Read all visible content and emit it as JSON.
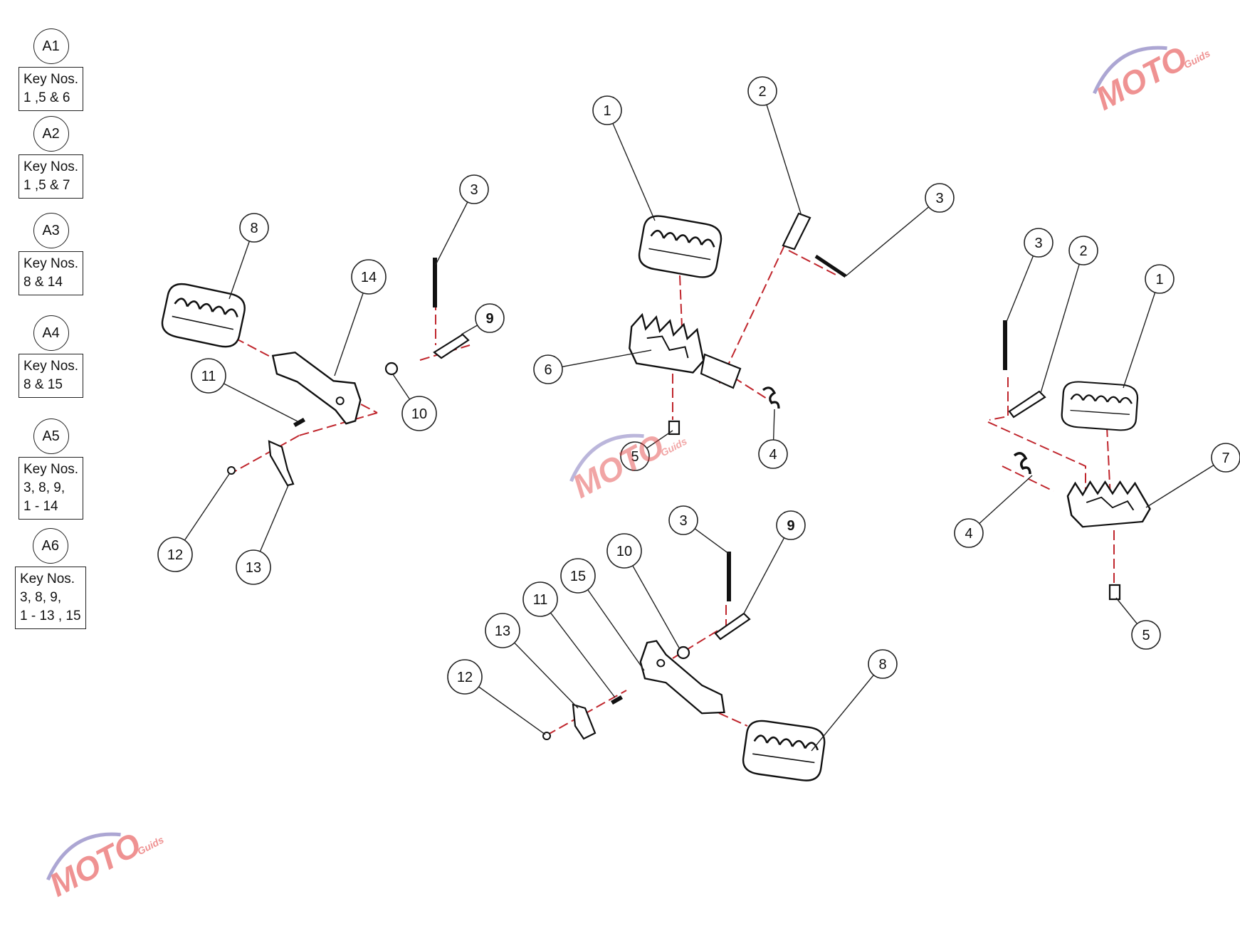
{
  "assemblies": [
    {
      "tag": "A1",
      "key_label": "Key Nos.",
      "key_parts": "1 ,5 & 6"
    },
    {
      "tag": "A2",
      "key_label": "Key Nos.",
      "key_parts": "1 ,5 & 7"
    },
    {
      "tag": "A3",
      "key_label": "Key Nos.",
      "key_parts": "8 & 14"
    },
    {
      "tag": "A4",
      "key_label": "Key Nos.",
      "key_parts": "8 & 15"
    },
    {
      "tag": "A5",
      "key_label": "Key Nos.",
      "key_parts": "3, 8, 9,\n1 - 14"
    },
    {
      "tag": "A6",
      "key_label": "Key Nos.",
      "key_parts": "3, 8, 9,\n1 - 13 , 15"
    }
  ],
  "callouts": {
    "left_assembly": [
      "3",
      "8",
      "14",
      "9",
      "11",
      "10",
      "12",
      "13"
    ],
    "top_center_assembly": [
      "1",
      "2",
      "3",
      "6",
      "5",
      "4"
    ],
    "right_assembly": [
      "3",
      "2",
      "1",
      "7",
      "4",
      "5"
    ],
    "bottom_center_assembly": [
      "3",
      "9",
      "10",
      "15",
      "11",
      "13",
      "12",
      "8"
    ]
  },
  "watermark": {
    "brand": "MOTO",
    "sub": "Guids"
  },
  "colors": {
    "leader": "#222222",
    "explode_line": "#c0262d",
    "part": "#111111",
    "watermark_red": "#e23a3a",
    "watermark_purple": "#6a5fb0"
  }
}
